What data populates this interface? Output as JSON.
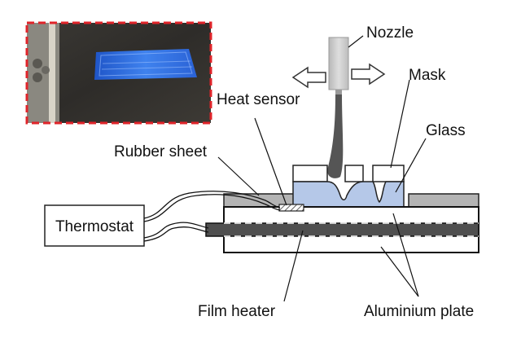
{
  "labels": {
    "nozzle": "Nozzle",
    "mask": "Mask",
    "glass": "Glass",
    "heat_sensor": "Heat sensor",
    "rubber_sheet": "Rubber sheet",
    "thermostat": "Thermostat",
    "film_heater": "Film heater",
    "aluminium_plate": "Aluminium plate"
  },
  "colors": {
    "photo_border": "#e0242a",
    "glass_fill": "#b5c8e8",
    "rubber_fill": "#b4b4b4",
    "heater_fill": "#4f4f4f",
    "nozzle_fill": "#c8c8c8",
    "spray_fill": "#555555",
    "sample_blue": "#2f6fe0"
  },
  "photo": {
    "description_icon": "photo-of-heated-plate-with-blue-glass-sample"
  }
}
